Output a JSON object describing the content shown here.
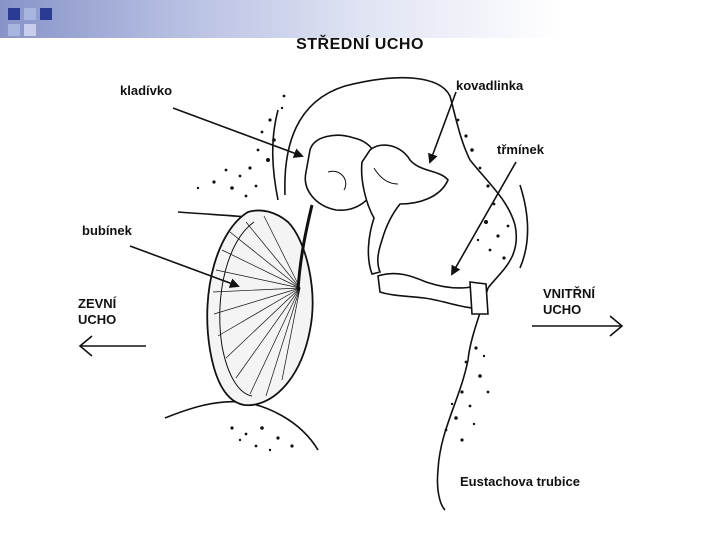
{
  "slide": {
    "title": "STŘEDNÍ UCHO",
    "colors": {
      "header_gradient_start": "#8893c8",
      "header_square_dark": "#2b3a93",
      "header_square_light": "#aab4e0",
      "ink": "#111111"
    }
  },
  "labels": {
    "kladivko": "kladívko",
    "kovadlinka": "kovadlinka",
    "triminek": "třmínek",
    "bubinek": "bubínek",
    "zevni_line1": "ZEVNÍ",
    "zevni_line2": "UCHO",
    "vnitrni_line1": "VNITŘNÍ",
    "vnitrni_line2": "UCHO",
    "eustachova": "Eustachova trubice"
  },
  "icons": {
    "arrow_left": "arrow-left-icon",
    "arrow_right": "arrow-right-icon"
  }
}
